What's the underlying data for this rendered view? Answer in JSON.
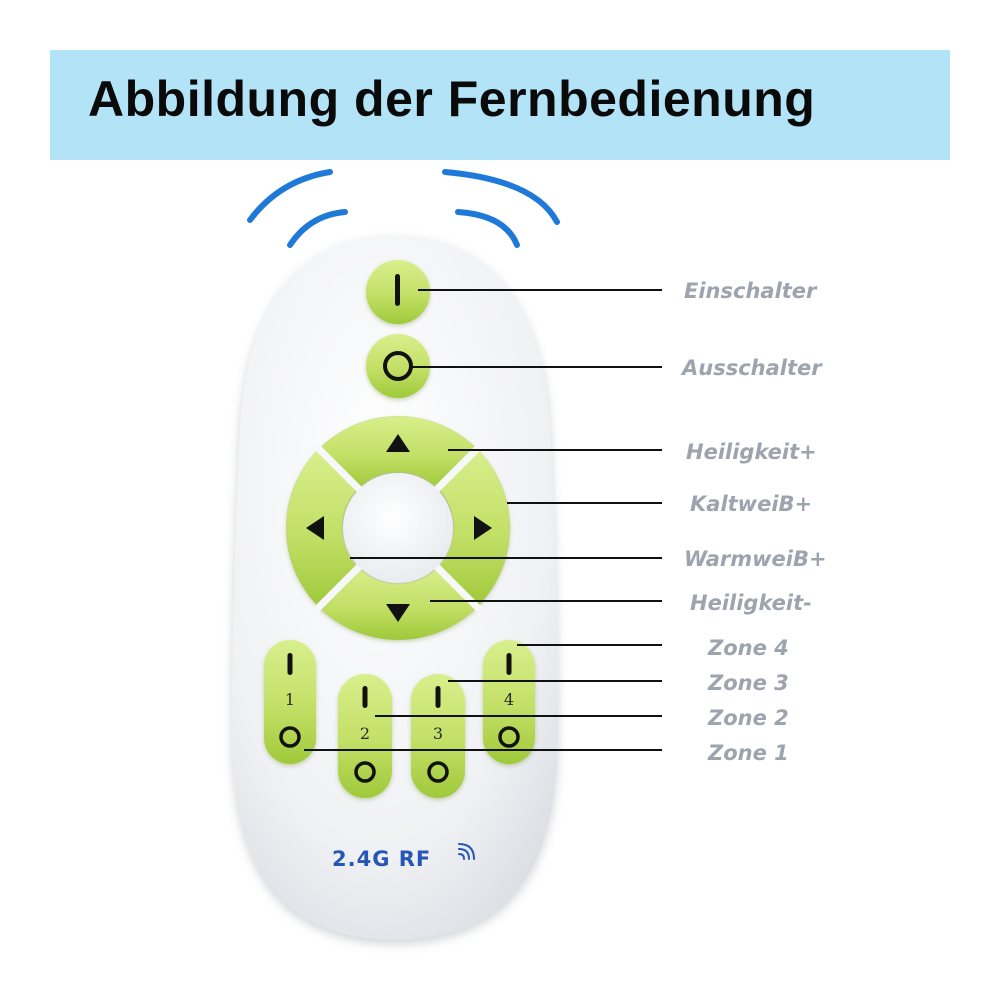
{
  "title": "Abbildung der Fernbedienung",
  "brand": "2.4G RF",
  "zone_key_numbers": [
    "1",
    "2",
    "3",
    "4"
  ],
  "callouts": [
    {
      "id": "power-on",
      "label": "Einschalter"
    },
    {
      "id": "power-off",
      "label": "Ausschalter"
    },
    {
      "id": "brightness-up",
      "label": "Heiligkeit+"
    },
    {
      "id": "cold-white-up",
      "label": "KaltweiB+"
    },
    {
      "id": "warm-white-up",
      "label": "WarmweiB+"
    },
    {
      "id": "brightness-down",
      "label": "Heiligkeit-"
    },
    {
      "id": "zone-4",
      "label": "Zone 4"
    },
    {
      "id": "zone-3",
      "label": "Zone 3"
    },
    {
      "id": "zone-2",
      "label": "Zone 2"
    },
    {
      "id": "zone-1",
      "label": "Zone 1"
    }
  ],
  "colors": {
    "title_band": "#b3e3f7",
    "button_green": "#c5e36f",
    "button_green_dark": "#93bf2c",
    "remote_body": "#f1f2f5",
    "signal_arc": "#1f79d8",
    "label_gray": "#9ea4ae",
    "brand_blue": "#2656b8"
  }
}
